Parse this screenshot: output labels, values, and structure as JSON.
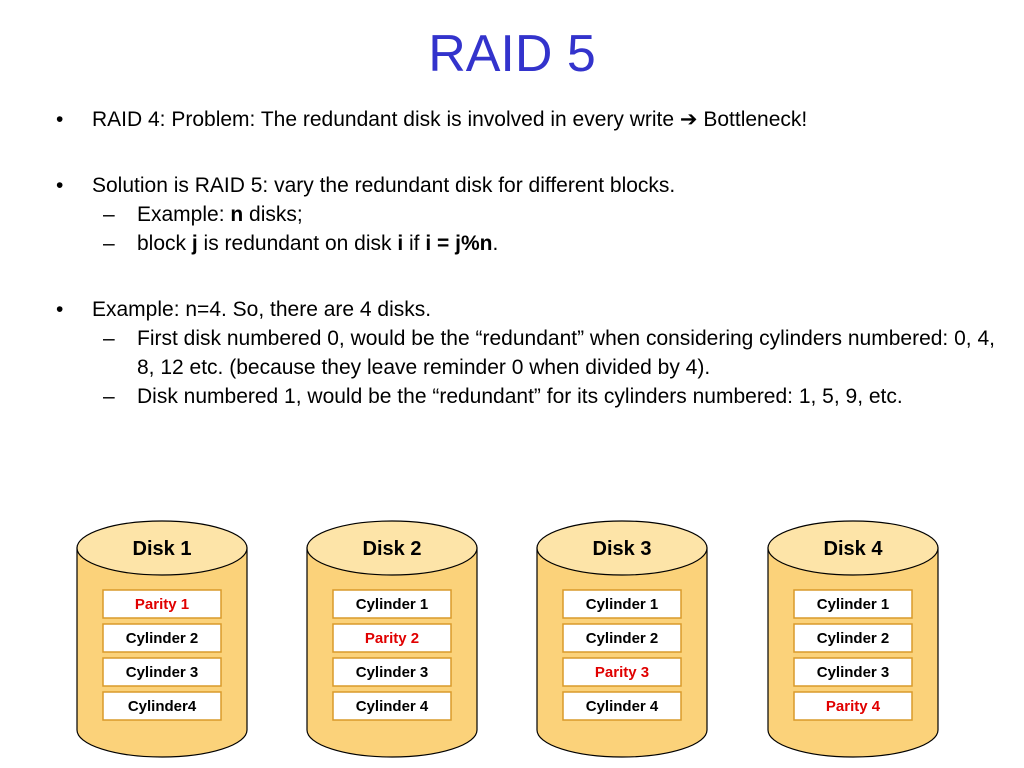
{
  "slide": {
    "title": "RAID 5",
    "bullet1": {
      "mark": "•",
      "text_before": "RAID 4: Problem: The redundant disk is involved in every write ",
      "arrow": "➔",
      "text_after": " Bottleneck!"
    },
    "bullet2": {
      "mark": "•",
      "text": "Solution is RAID 5: vary the redundant disk for different blocks.",
      "sub1": {
        "mark": "–",
        "t1": "Example: ",
        "b1": "n",
        "t2": " disks;"
      },
      "sub2": {
        "mark": "–",
        "t1": "block ",
        "b1": "j",
        "t2": " is redundant on disk ",
        "b2": "i",
        "t3": " if ",
        "b3": "i = j%n",
        "t4": "."
      }
    },
    "bullet3": {
      "mark": "•",
      "text": "Example: n=4. So, there are 4 disks.",
      "sub1": {
        "mark": "–",
        "text": "First disk numbered 0, would be the “redundant” when considering cylinders numbered: 0, 4, 8, 12 etc. (because they leave reminder 0 when divided by 4)."
      },
      "sub2": {
        "mark": "–",
        "text": "Disk numbered 1, would be the “redundant” for its cylinders numbered: 1, 5, 9, etc."
      }
    }
  },
  "colors": {
    "title": "#3333cc",
    "disk_fill": "#fbd27a",
    "disk_top": "#fde4a8",
    "parity_text": "#e00000",
    "cylinder_text": "#000000"
  },
  "disks": [
    {
      "label": "Disk 1",
      "blocks": [
        {
          "text": "Parity 1",
          "parity": true
        },
        {
          "text": "Cylinder 2",
          "parity": false
        },
        {
          "text": "Cylinder 3",
          "parity": false
        },
        {
          "text": "Cylinder4",
          "parity": false
        }
      ]
    },
    {
      "label": "Disk 2",
      "blocks": [
        {
          "text": "Cylinder 1",
          "parity": false
        },
        {
          "text": "Parity 2",
          "parity": true
        },
        {
          "text": "Cylinder 3",
          "parity": false
        },
        {
          "text": "Cylinder 4",
          "parity": false
        }
      ]
    },
    {
      "label": "Disk 3",
      "blocks": [
        {
          "text": "Cylinder 1",
          "parity": false
        },
        {
          "text": "Cylinder 2",
          "parity": false
        },
        {
          "text": "Parity 3",
          "parity": true
        },
        {
          "text": "Cylinder 4",
          "parity": false
        }
      ]
    },
    {
      "label": "Disk 4",
      "blocks": [
        {
          "text": "Cylinder 1",
          "parity": false
        },
        {
          "text": "Cylinder 2",
          "parity": false
        },
        {
          "text": "Cylinder 3",
          "parity": false
        },
        {
          "text": "Parity 4",
          "parity": true
        }
      ]
    }
  ]
}
